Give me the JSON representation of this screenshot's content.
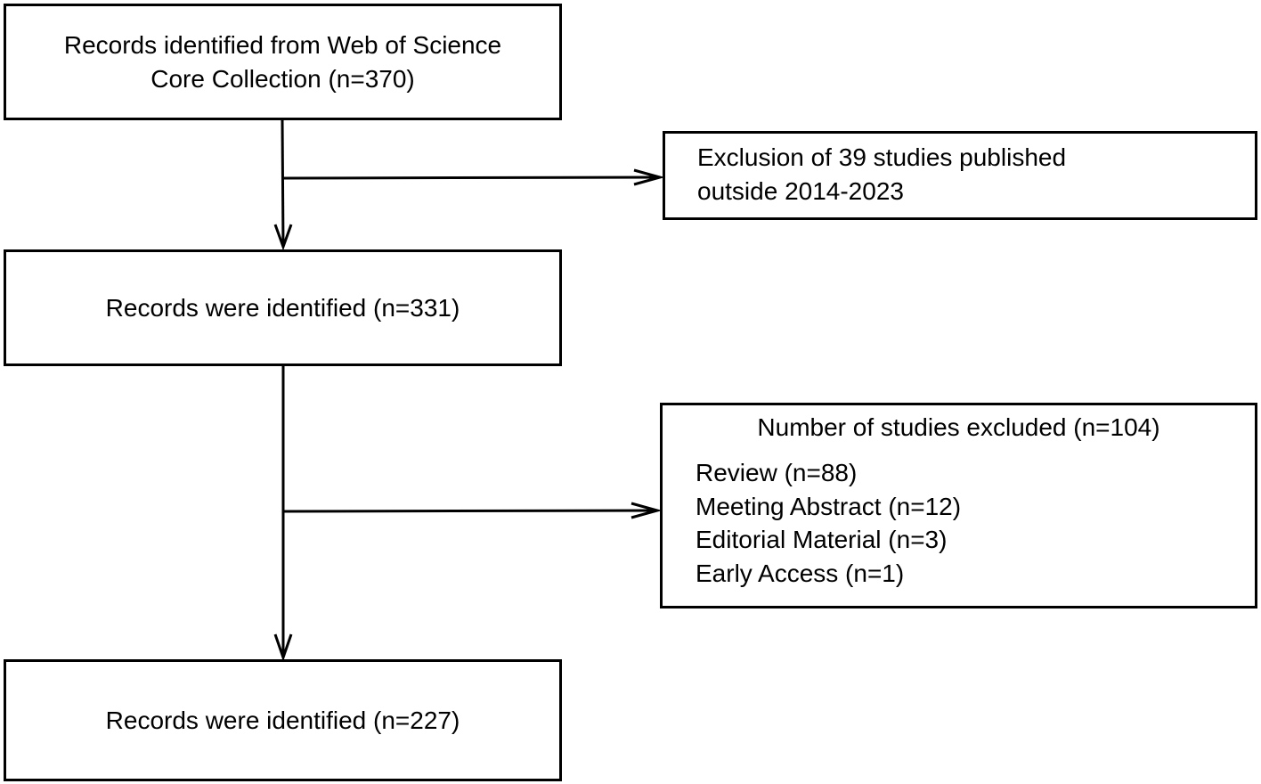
{
  "flowchart": {
    "records_initial": [
      "Records identified from Web of Science",
      "Core Collection (n=370)"
    ],
    "exclusion_dates": [
      "Exclusion of 39 studies published",
      "outside 2014-2023"
    ],
    "records_after_dates": "Records were identified (n=331)",
    "exclusion_types": {
      "heading": "Number of studies excluded (n=104)",
      "items": [
        "Review (n=88)",
        "Meeting Abstract (n=12)",
        "Editorial Material (n=3)",
        "Early Access (n=1)"
      ]
    },
    "records_final": "Records were identified (n=227)"
  }
}
